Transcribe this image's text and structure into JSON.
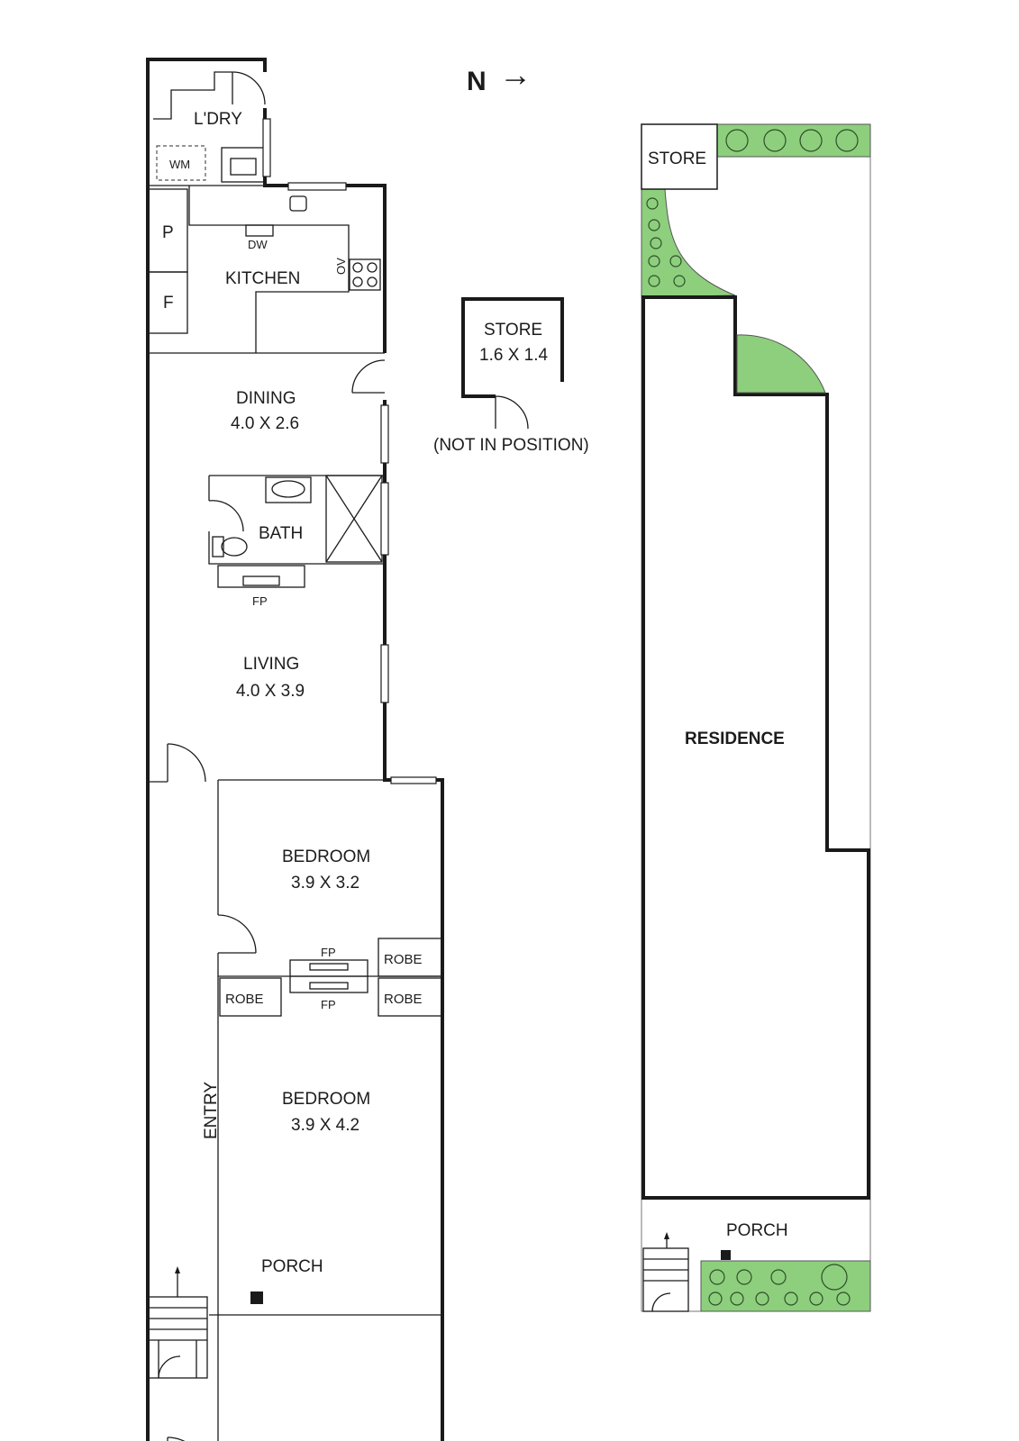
{
  "compass": {
    "letter": "N",
    "arrow": "→"
  },
  "ground_floor": {
    "laundry": "L'DRY",
    "washing_machine": "WM",
    "pantry": "P",
    "fridge": "F",
    "kitchen": "KITCHEN",
    "dishwasher": "DW",
    "oven": "OV",
    "dining": {
      "name": "DINING",
      "size": "4.0 X 2.6"
    },
    "bath": "BATH",
    "fireplace": "FP",
    "living": {
      "name": "LIVING",
      "size": "4.0 X 3.9"
    },
    "bedroom1": {
      "name": "BEDROOM",
      "size": "3.9 X 3.2"
    },
    "bedroom2": {
      "name": "BEDROOM",
      "size": "3.9 X 4.2"
    },
    "robe": "ROBE",
    "entry": "ENTRY",
    "porch": "PORCH"
  },
  "store_detached": {
    "name": "STORE",
    "size": "1.6 X 1.4",
    "note": "(NOT IN POSITION)"
  },
  "site_plan": {
    "store": "STORE",
    "residence": "RESIDENCE",
    "porch": "PORCH"
  },
  "colors": {
    "garden": "#8ecf7d",
    "wall": "#1a1a1a"
  }
}
